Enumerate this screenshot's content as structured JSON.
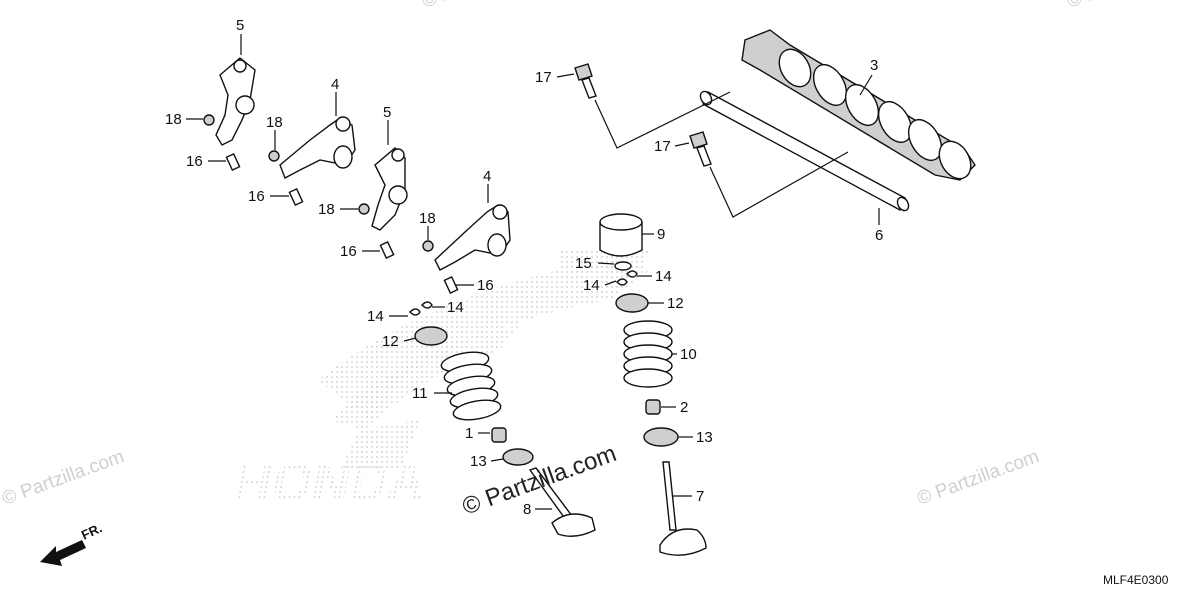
{
  "diagram": {
    "code": "MLF4E0300",
    "front_label": "FR.",
    "watermarks": [
      "© Partzilla.com",
      "© Partzilla.com",
      "© Partzilla.com",
      "© Partzilla.com",
      "© Partzilla.com"
    ],
    "background_logo": "HONDA",
    "callouts": [
      "5",
      "4",
      "5",
      "4",
      "18",
      "18",
      "18",
      "18",
      "16",
      "16",
      "16",
      "16",
      "14",
      "14",
      "14",
      "14",
      "12",
      "12",
      "11",
      "10",
      "1",
      "2",
      "13",
      "13",
      "8",
      "7",
      "9",
      "15",
      "17",
      "17",
      "3",
      "6"
    ],
    "colors": {
      "line": "#111111",
      "watermark": "#cfcfcf",
      "logo_dots": "#c8c8c8"
    }
  }
}
